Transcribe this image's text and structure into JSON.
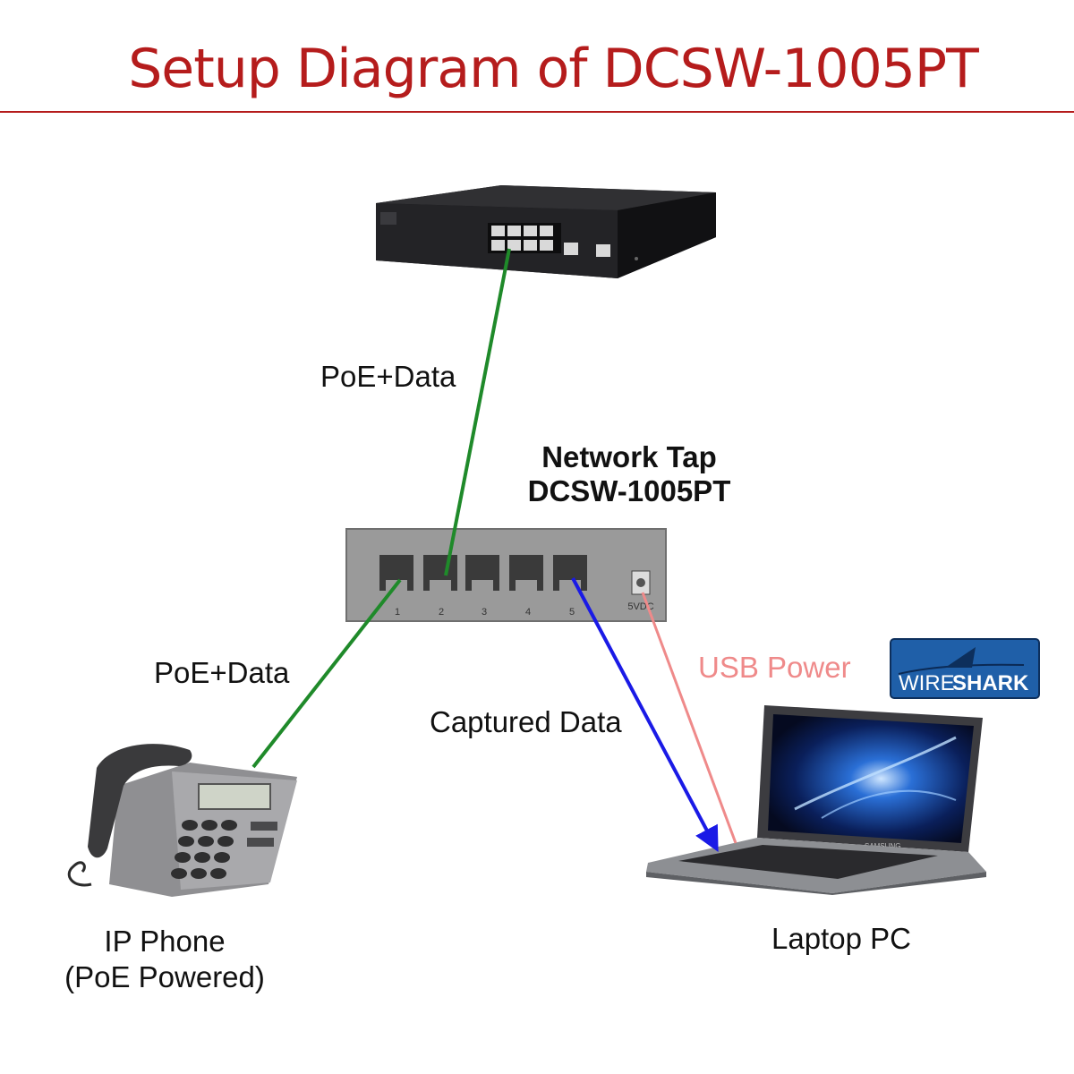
{
  "title": "Setup Diagram of DCSW-1005PT",
  "labels": {
    "poe_data_top": "PoE+Data",
    "poe_data_bottom": "PoE+Data",
    "captured_data": "Captured Data",
    "usb_power": "USB Power",
    "tap_line1": "Network Tap",
    "tap_line2": "DCSW-1005PT",
    "phone_line1": "IP Phone",
    "phone_line2": "(PoE Powered)",
    "laptop": "Laptop PC"
  },
  "tap_ports": [
    "1",
    "2",
    "3",
    "4",
    "5"
  ],
  "tap_power_label": "5VDC",
  "wireshark_logo": {
    "part1": "WIRE",
    "part2": "SHARK"
  },
  "laptop_brand": "SAMSUNG",
  "colors": {
    "title": "#b51c1c",
    "poe_link": "#1f8a2a",
    "captured_link": "#1a1ae6",
    "usb_link": "#ef8a8a"
  }
}
